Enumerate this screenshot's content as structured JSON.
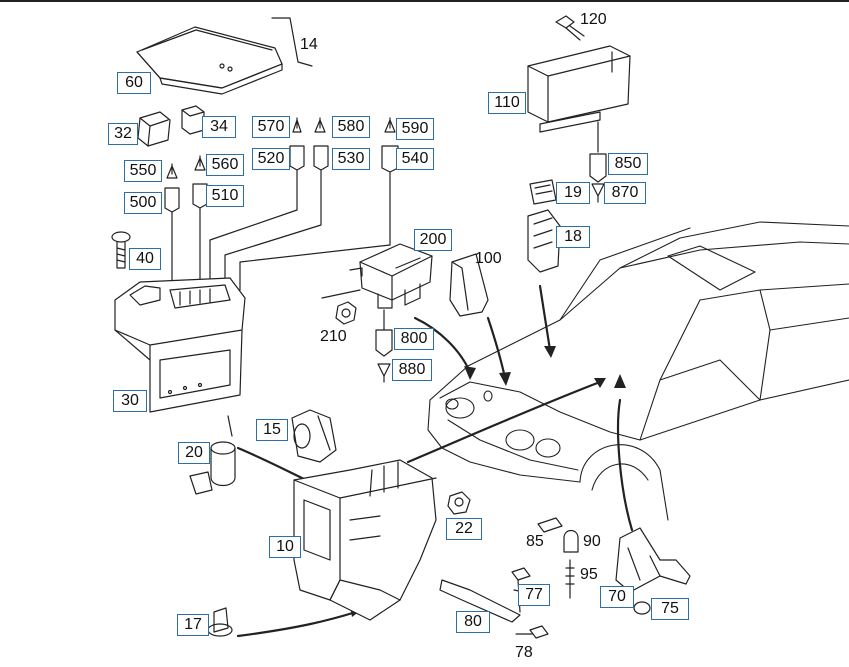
{
  "boxed_labels": {
    "l60": "60",
    "l32": "32",
    "l34": "34",
    "l570": "570",
    "l580": "580",
    "l590": "590",
    "l520": "520",
    "l530": "530",
    "l540": "540",
    "l550": "550",
    "l560": "560",
    "l500": "500",
    "l510": "510",
    "l40": "40",
    "l30": "30",
    "l110": "110",
    "l850": "850",
    "l19": "19",
    "l870": "870",
    "l18": "18",
    "l200": "200",
    "l800": "800",
    "l880": "880",
    "l15": "15",
    "l20": "20",
    "l10": "10",
    "l22": "22",
    "l77": "77",
    "l80": "80",
    "l70": "70",
    "l75": "75",
    "l17": "17"
  },
  "plain_labels": {
    "p14": "14",
    "p120": "120",
    "p100": "100",
    "p210": "210",
    "p85": "85",
    "p90": "90",
    "p95": "95",
    "p78": "78"
  },
  "colors": {
    "callout_border": "#2b6ea8",
    "line": "#222222"
  }
}
